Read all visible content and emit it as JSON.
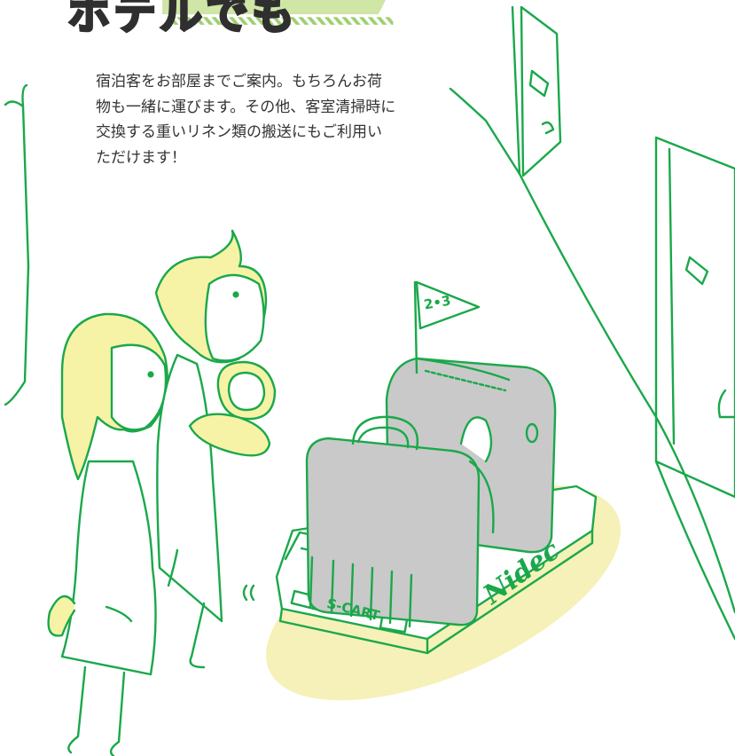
{
  "colors": {
    "line_green": "#1aa84a",
    "banner_green": "#cfe6a6",
    "banner_stripe": "#9fcf6e",
    "luggage_gray": "#c9c9c9",
    "glow_yellow": "#f5f1b8",
    "hair_yellow": "#f6f2a6",
    "text": "#333333"
  },
  "banner": {
    "title": "ホテルでも"
  },
  "description": {
    "lines": [
      "宿泊客をお部屋までご案内。もちろんお荷",
      "物も一緒に運びます。その他、客室清掃時に",
      "交換する重いリネン類の搬送にもご利用い",
      "ただけます！"
    ]
  },
  "illustration": {
    "flag_text": "2•3",
    "cart_label": "S-CART",
    "brand_label": "Nidec"
  }
}
